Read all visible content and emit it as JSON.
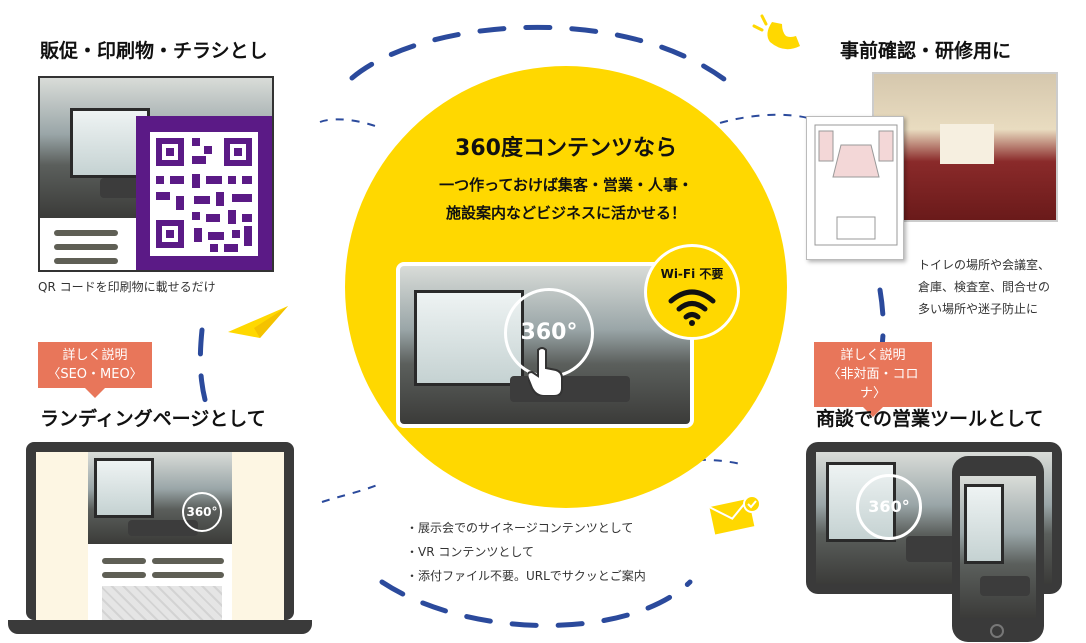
{
  "top_left": {
    "title": "販促・印刷物・チラシとし",
    "note": "QR コードを印刷物に載せるだけ"
  },
  "top_right": {
    "title": "事前確認・研修用に",
    "note_lines": [
      "トイレの場所や会議室、",
      "倉庫、検査室、問合せの",
      "多い場所や迷子防止に"
    ]
  },
  "bottom_left": {
    "tag_lines": [
      "詳しく説明",
      "〈SEO・MEO〉"
    ],
    "title": "ランディングページとして",
    "badge": "360°"
  },
  "bottom_right": {
    "tag_lines": [
      "詳しく説明",
      "〈非対面・コロナ〉"
    ],
    "title": "商談での営業ツールとして",
    "badge": "360°"
  },
  "center": {
    "title": "360度コンテンツなら",
    "subtitle_lines": [
      "一つ作っておけば集客・営業・人事・",
      "施設案内などビジネスに活かせる！"
    ],
    "badge": "360°",
    "wifi_label": "Wi-Fi 不要"
  },
  "bullets": [
    "・展示会でのサイネージコンテンツとして",
    "・VR コンテンツとして",
    "・添付ファイル不要。URLでサクッとご案内"
  ],
  "colors": {
    "accent_yellow": "#ffd800",
    "dash_blue": "#2b4a9c",
    "tag_orange": "#e8765a",
    "qr_purple": "#5b1a86"
  },
  "icons": [
    "phone-icon",
    "paper-plane-icon",
    "mail-icon",
    "wifi-icon",
    "hand-pointer-icon",
    "rotate-arrow-icon"
  ]
}
